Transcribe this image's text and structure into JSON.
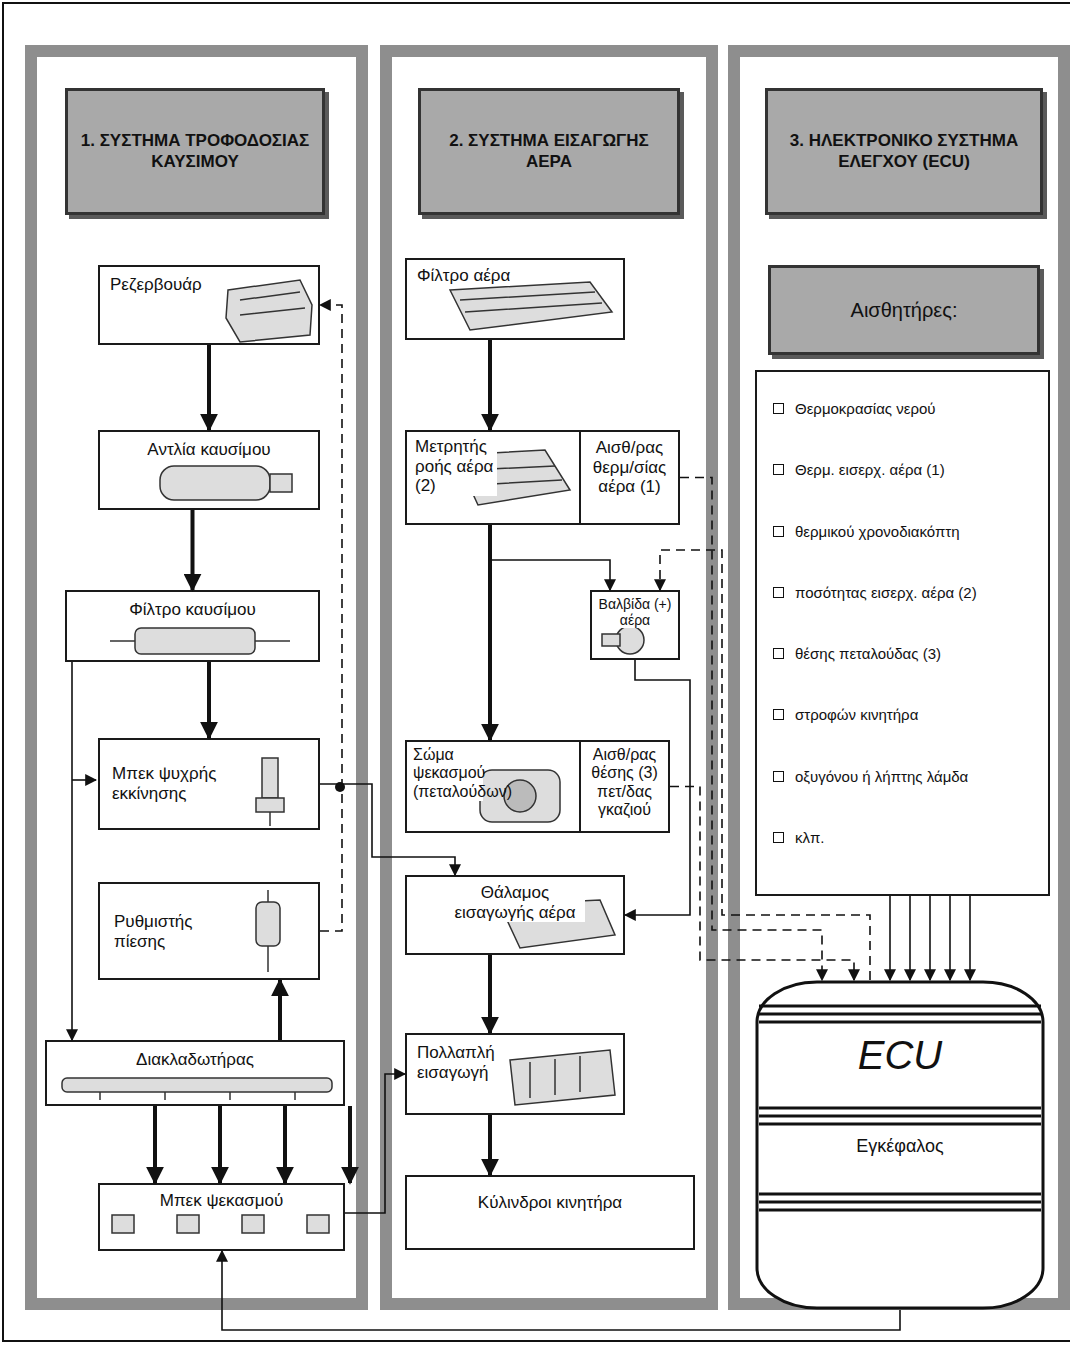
{
  "diagram": {
    "nodes": [
      {
        "text": [
          "1. ΣΥΣΤΗΜΑ ΤΡΟΦΟΔΟΣΙΑΣ ΚΑΥΣΙΜΟΥ"
        ]
      },
      {
        "text": [
          "Ρεζερβουάρ"
        ],
        "in": 0
      },
      {
        "text": [
          "Αντλία καυσίμου"
        ],
        "in": 0
      },
      {
        "text": [
          "Φίλτρο καυσίμου"
        ],
        "in": 0
      },
      {
        "text": [
          "Μπεκ ψυχρής εκκίνησης"
        ],
        "in": 0
      },
      {
        "text": [
          "Ρυθμιστής πίεσης"
        ],
        "in": 0
      },
      {
        "text": [
          "Διακλαδωτήρας"
        ],
        "in": 0
      },
      {
        "text": [
          "Μπεκ ψεκασμού"
        ],
        "in": 0
      },
      {
        "text": [
          "2. ΣΥΣΤΗΜΑ ΕΙΣΑΓΩΓΗΣ ΑΕΡΑ"
        ]
      },
      {
        "text": [
          "Φίλτρο αέρα"
        ],
        "in": 8
      },
      {
        "text": [
          "Μετρητής ροής αέρα (2)"
        ],
        "in": 8
      },
      {
        "text": [
          "Αισθ/ρας θερμ/σίας αέρα (1)"
        ],
        "in": 8
      },
      {
        "text": [
          "Βαλβίδα (+) αέρα"
        ],
        "in": 8
      },
      {
        "text": [
          "Σώμα ψεκασμού (πεταλούδων)"
        ],
        "in": 8
      },
      {
        "text": [
          "Αισθ/ρας θέσης (3) πετ/δας γκαζιού"
        ],
        "in": 8
      },
      {
        "text": [
          "Θάλαμος εισαγωγής αέρα"
        ],
        "in": 8
      },
      {
        "text": [
          "Πολλαπλή εισαγωγή"
        ],
        "in": 8
      },
      {
        "text": [
          "Κύλινδροι κινητήρα"
        ],
        "in": 8
      },
      {
        "text": [
          "3. ΗΛΕΚΤΡΟΝΙΚΟ ΣΥΣΤΗΜΑ ΕΛΕΓΧΟΥ (ECU)"
        ]
      },
      {
        "text": [
          "Αισθητήρες:"
        ],
        "in": 18
      },
      {
        "text": [
          "Θερμοκρασίας νερού",
          "Θερμ. εισερχ. αέρα (1)",
          "θερμικού χρονοδιακόπτη",
          "ποσότητας εισερχ. αέρα (2)",
          "θέσης πεταλούδας (3)",
          "στροφών κινητήρα",
          "οξυγόνου ή λήπτης λάμδα",
          "κλπ."
        ],
        "in": 18
      },
      {
        "text": [
          "ECU",
          "Εγκέφαλος"
        ],
        "in": 18
      }
    ],
    "edges": [
      {
        "from": 1,
        "to": 2,
        "arrow": "to"
      },
      {
        "from": 2,
        "to": 3,
        "arrow": "to"
      },
      {
        "from": 3,
        "to": 4,
        "arrow": "to"
      },
      {
        "from": 3,
        "to": 6,
        "arrow": "to"
      },
      {
        "from": 6,
        "to": 5,
        "arrow": "to"
      },
      {
        "from": 5,
        "to": 1,
        "arrow": "to"
      },
      {
        "from": 6,
        "to": 7,
        "arrow": "to"
      },
      {
        "from": 4,
        "to": 15,
        "arrow": "to"
      },
      {
        "from": 7,
        "to": 16,
        "arrow": "to"
      },
      {
        "from": 9,
        "to": 10,
        "arrow": "to"
      },
      {
        "from": 10,
        "to": 13,
        "arrow": "to"
      },
      {
        "from": 10,
        "to": 12,
        "arrow": "to"
      },
      {
        "from": 12,
        "to": 15,
        "arrow": "to"
      },
      {
        "from": 15,
        "to": 16,
        "arrow": "to"
      },
      {
        "from": 16,
        "to": 17,
        "arrow": "to"
      },
      {
        "from": 11,
        "to": 21,
        "arrow": "to"
      },
      {
        "from": 21,
        "to": 12,
        "arrow": "to"
      },
      {
        "from": 14,
        "to": 21,
        "arrow": "to"
      },
      {
        "from": 20,
        "to": 21,
        "arrow": "to"
      },
      {
        "from": 21,
        "to": 7,
        "arrow": "to"
      }
    ]
  }
}
